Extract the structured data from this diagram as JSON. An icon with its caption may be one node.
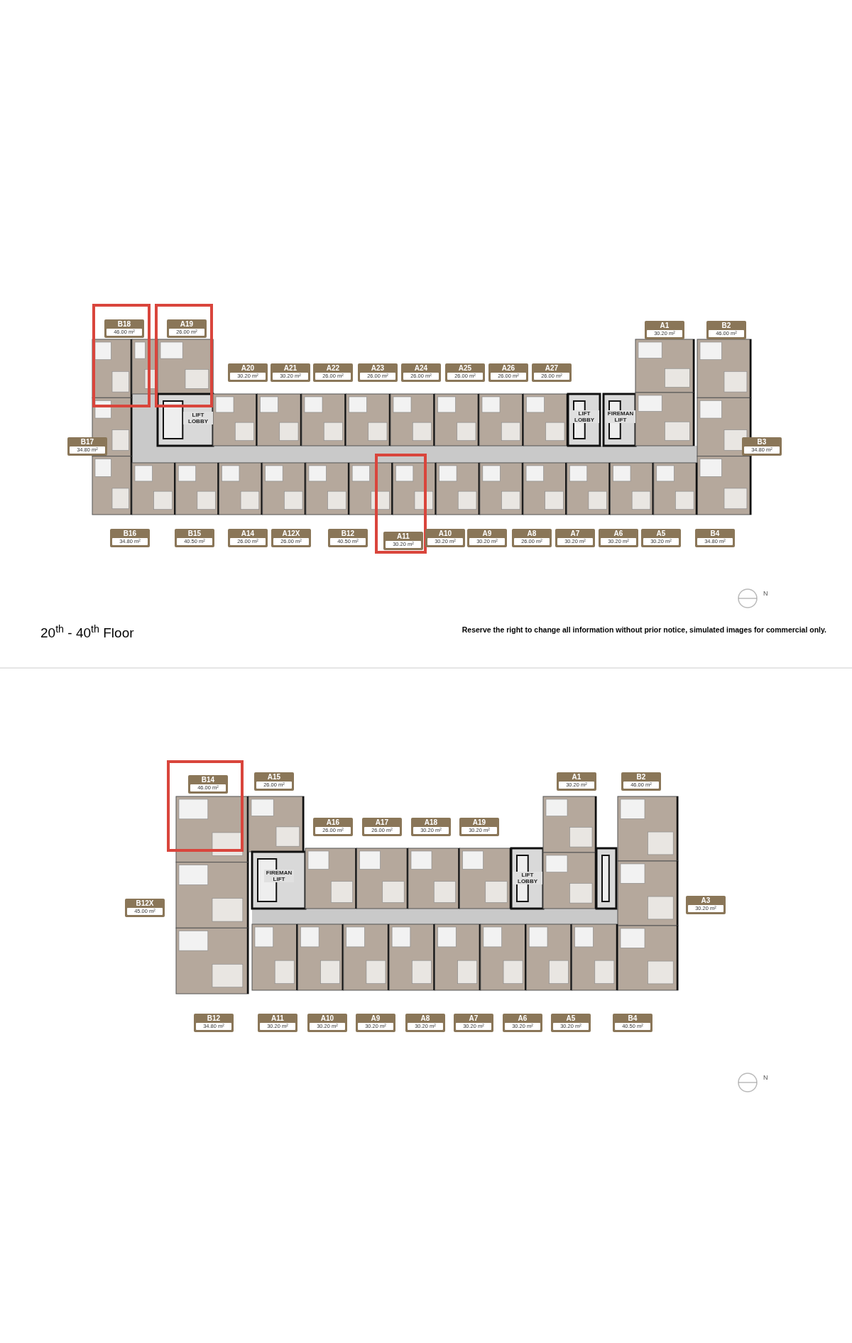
{
  "diagram": {
    "title": "20$^{th}$ - 40$^{th}$ Floor",
    "nodes": [
      {
        "text": [],
        "shape": "box"
      },
      {
        "text": [
          "B18",
          "46.00 m²"
        ],
        "in": 0
      },
      {
        "text": [],
        "shape": "box"
      },
      {
        "text": [
          "A19",
          "26.00 m²"
        ],
        "in": 2
      },
      {
        "text": [
          "A1",
          "30.20 m²"
        ]
      },
      {
        "text": [
          "B2",
          "46.00 m²"
        ]
      },
      {
        "text": [
          "A20",
          "30.20 m²"
        ]
      },
      {
        "text": [
          "A21",
          "30.20 m²"
        ]
      },
      {
        "text": [
          "A22",
          "26.00 m²"
        ]
      },
      {
        "text": [
          "A23",
          "26.00 m²"
        ]
      },
      {
        "text": [
          "A24",
          "26.00 m²"
        ]
      },
      {
        "text": [
          "A25",
          "26.00 m²"
        ]
      },
      {
        "text": [
          "A26",
          "26.00 m²"
        ]
      },
      {
        "text": [
          "A27",
          "26.00 m²"
        ]
      },
      {
        "text": [
          "B17",
          "34.80 m²"
        ]
      },
      {
        "text": [
          "B3",
          "34.80 m²"
        ]
      },
      {
        "text": [],
        "shape": "box"
      },
      {
        "text": [
          "B16",
          "34.80 m²"
        ]
      },
      {
        "text": [
          "B15",
          "40.50 m²"
        ]
      },
      {
        "text": [
          "A14",
          "26.00 m²"
        ]
      },
      {
        "text": [
          "A12X",
          "26.00 m²"
        ]
      },
      {
        "text": [
          "B12",
          "40.50 m²"
        ]
      },
      {
        "text": [
          "A11",
          "30.20 m²"
        ],
        "in": 16
      },
      {
        "text": [
          "A10",
          "30.20 m²"
        ]
      },
      {
        "text": [
          "A9",
          "30.20 m²"
        ]
      },
      {
        "text": [
          "A8",
          "26.00 m²"
        ]
      },
      {
        "text": [
          "A7",
          "30.20 m²"
        ]
      },
      {
        "text": [
          "A6",
          "30.20 m²"
        ]
      },
      {
        "text": [
          "A5",
          "30.20 m²"
        ]
      },
      {
        "text": [
          "B4",
          "34.80 m²"
        ]
      },
      {
        "text": [],
        "shape": "box"
      },
      {
        "text": [
          "B14",
          "46.00 m²"
        ],
        "in": 30
      },
      {
        "text": [
          "A15",
          "26.00 m²"
        ]
      },
      {
        "text": [
          "A1",
          "30.20 m²"
        ]
      },
      {
        "text": [
          "B2",
          "46.00 m²"
        ]
      },
      {
        "text": [
          "A16",
          "26.00 m²"
        ]
      },
      {
        "text": [
          "A17",
          "26.00 m²"
        ]
      },
      {
        "text": [
          "A18",
          "30.20 m²"
        ]
      },
      {
        "text": [
          "A19",
          "30.20 m²"
        ]
      },
      {
        "text": [
          "B12X",
          "45.00 m²"
        ]
      },
      {
        "text": [
          "A3",
          "30.20 m²"
        ]
      },
      {
        "text": [
          "B12",
          "34.80 m²"
        ]
      },
      {
        "text": [
          "A11",
          "30.20 m²"
        ]
      },
      {
        "text": [
          "A10",
          "30.20 m²"
        ]
      },
      {
        "text": [
          "A9",
          "30.20 m²"
        ]
      },
      {
        "text": [
          "A8",
          "30.20 m²"
        ]
      },
      {
        "text": [
          "A7",
          "30.20 m²"
        ]
      },
      {
        "text": [
          "A6",
          "30.20 m²"
        ]
      },
      {
        "text": [
          "A5",
          "30.20 m²"
        ]
      },
      {
        "text": [
          "B4",
          "40.50 m²"
        ]
      }
    ],
    "labels": [
      "LIFT LOBBY",
      "LIFT LOBBY",
      "FIREMAN LIFT",
      "N",
      "Reserve the right to change all information without prior notice, simulated images for commercial only.",
      "FIREMAN LIFT",
      "LIFT LOBBY",
      "N"
    ]
  }
}
